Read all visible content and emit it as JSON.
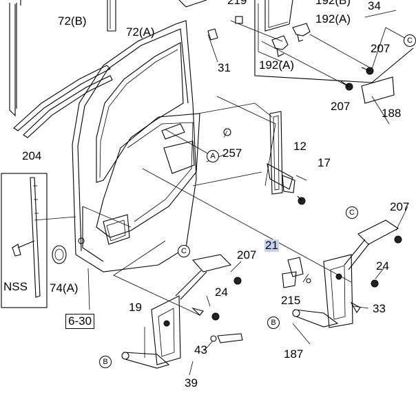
{
  "labels": {
    "p72b": "72(B)",
    "p72a": "72(A)",
    "p31": "31",
    "p219": "219",
    "p192b_top": "192(B)",
    "p192a_top": "192(A)",
    "p34": "34",
    "p207_top": "207",
    "p192a_mid": "192(A)",
    "p207_mid": "207",
    "p188": "188",
    "p257": "257",
    "p12": "12",
    "p17": "17",
    "p204": "204",
    "pNSS": "NSS",
    "p74a": "74(A)",
    "p630": "6-30",
    "p207_left": "207",
    "p21": "21",
    "p207_right": "207",
    "p24_right": "24",
    "p215": "215",
    "p33": "33",
    "p19": "19",
    "p24_left": "24",
    "p43": "43",
    "p39": "39",
    "p187": "187"
  },
  "callouts": {
    "c_top": "C",
    "a_257": "A",
    "c_right": "C",
    "c_left": "C",
    "b_right": "B",
    "b_left": "B"
  },
  "highlight_color": "#c6d3ea"
}
